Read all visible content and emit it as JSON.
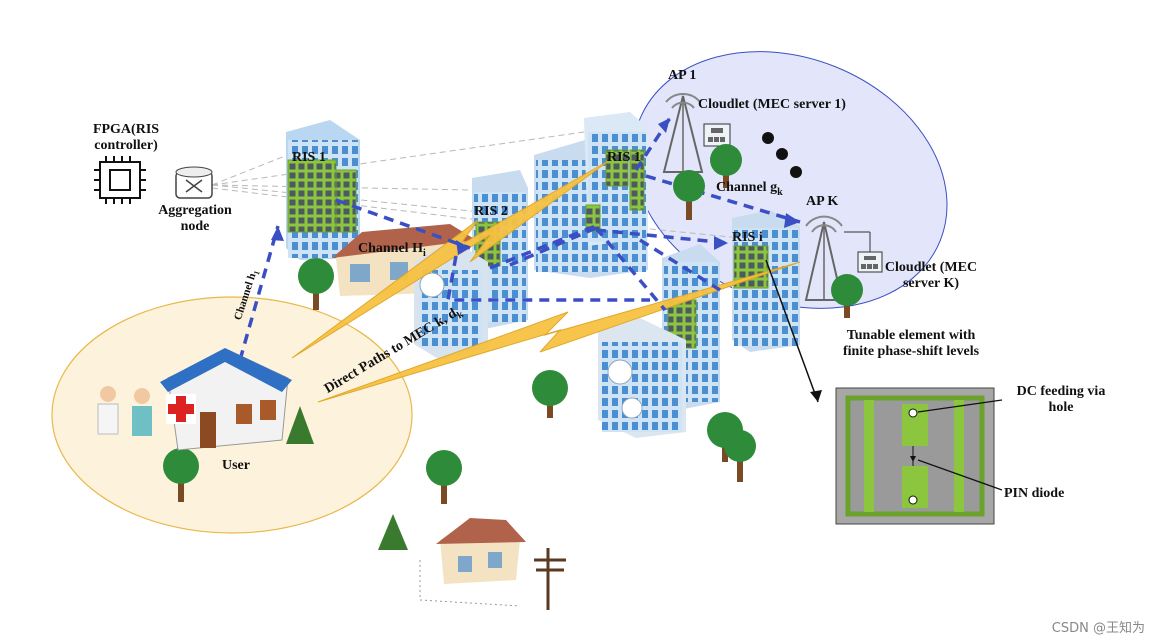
{
  "labels": {
    "ap1": "AP 1",
    "cloudlet1": "Cloudlet (MEC server 1)",
    "fpga": "FPGA(RIS controller)",
    "ris1_left": "RIS 1",
    "ris2": "RIS 2",
    "ris1_right": "RIS 1",
    "channel_g": "Channel g",
    "channel_g_sub": "k",
    "apk": "AP K",
    "risi": "RIS i",
    "aggregation": "Aggregation node",
    "channel_h": "Channel H",
    "channel_h_sub": "i",
    "cloudletk": "Cloudlet (MEC server K)",
    "channel_h1": "Channel h",
    "channel_h1_sub": "1",
    "direct_paths": "Direct Paths to MEC k, d",
    "direct_paths_sub": "k",
    "tunable": "Tunable element with finite phase-shift levels",
    "dc_feeding": "DC feeding via hole",
    "pin_diode": "PIN diode",
    "user": "User"
  },
  "watermark": "CSDN @王知为",
  "colors": {
    "link_dashed": "#3a4fc4",
    "user_zone": "#fdf3dc",
    "mec_zone": "#e3e6fa",
    "building": "#7fb2e0",
    "ris_panel": "#8cc63f",
    "lightning": "#f7c242",
    "tree": "#2e8b3a"
  },
  "icons": [
    "fpga-chip-icon",
    "aggregation-node-icon",
    "antenna-tower-icon",
    "server-icon",
    "tree-icon",
    "house-icon",
    "hospital-icon",
    "doctor-icon",
    "power-pole-icon",
    "lightning-icon"
  ]
}
